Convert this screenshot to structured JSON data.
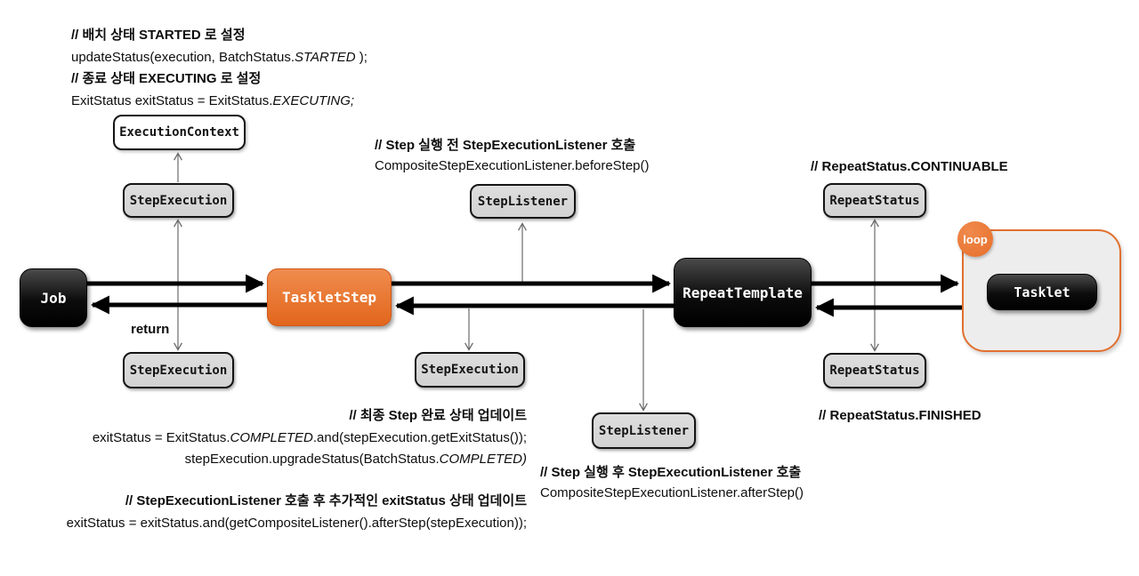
{
  "nodes": {
    "execution_context": {
      "label": "ExecutionContext"
    },
    "step_execution_top": {
      "label": "StepExecution"
    },
    "step_execution_left": {
      "label": "StepExecution"
    },
    "step_execution_mid": {
      "label": "StepExecution"
    },
    "job": {
      "label": "Job"
    },
    "tasklet_step": {
      "label": "TaskletStep"
    },
    "step_listener_top": {
      "label": "StepListener"
    },
    "step_listener_bottom": {
      "label": "StepListener"
    },
    "repeat_template": {
      "label": "RepeatTemplate"
    },
    "repeat_status_top": {
      "label": "RepeatStatus"
    },
    "repeat_status_bottom": {
      "label": "RepeatStatus"
    },
    "tasklet": {
      "label": "Tasklet"
    },
    "loop_badge": {
      "label": "loop"
    }
  },
  "annotations": {
    "top_left": {
      "comment1": "// 배치 상태 STARTED 로 설정",
      "code1_pre": "updateStatus(execution, BatchStatus.",
      "code1_em": "STARTED",
      "code1_post": " );",
      "comment2": "// 종료 상태 EXECUTING 로 설정",
      "code2_pre": "ExitStatus exitStatus = ExitStatus.",
      "code2_em": "EXECUTING;",
      "code2_post": ""
    },
    "before_step": {
      "comment": "// Step 실행 전 StepExecutionListener 호출",
      "code": "CompositeStepExecutionListener.beforeStep()"
    },
    "continuable": "// RepeatStatus.CONTINUABLE",
    "return_label": "return",
    "final_update": {
      "comment": "// 최종 Step 완료 상태 업데이트",
      "code1_pre": "exitStatus = ExitStatus.",
      "code1_em": "COMPLETED",
      "code1_post": ".and(stepExecution.getExitStatus());",
      "code2_pre": "stepExecution.upgradeStatus(BatchStatus.",
      "code2_em": "COMPLETED)",
      "code2_post": ""
    },
    "listener_update": {
      "comment": "// StepExecutionListener 호출 후 추가적인 exitStatus 상태 업데이트",
      "code": "exitStatus = exitStatus.and(getCompositeListener().afterStep(stepExecution));"
    },
    "after_step": {
      "comment": "// Step 실행 후 StepExecutionListener 호출",
      "code": "CompositeStepExecutionListener.afterStep()"
    },
    "finished": "// RepeatStatus.FINISHED"
  },
  "colors": {
    "orange_accent": "#E8732E",
    "orange_border": "#E2702F",
    "box_gray": "#D9D9D9",
    "box_black": "#0A0A0A",
    "loop_panel_bg": "#EDEDED",
    "thin_line": "#6B6B6B"
  }
}
